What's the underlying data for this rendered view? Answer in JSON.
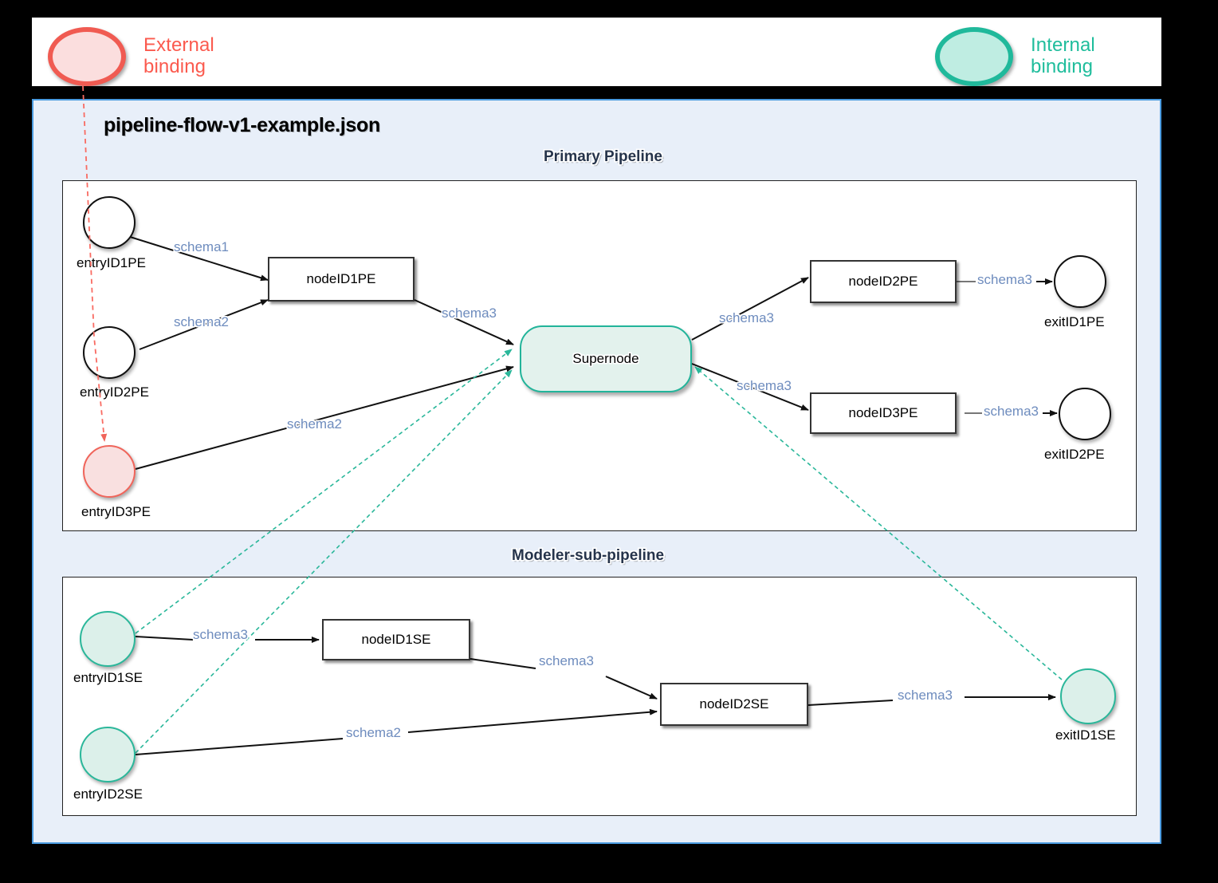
{
  "legend": {
    "external": {
      "label": "External\nbinding",
      "line1": "External",
      "line2": "binding",
      "color": "#FB5A4E",
      "fill": "#FBDEDE"
    },
    "internal": {
      "label": "Internal\nbinding",
      "line1": "Internal",
      "line2": "binding",
      "color": "#1FBD9C",
      "fill": "#BFEDE2"
    }
  },
  "canvas": {
    "title": "pipeline-flow-v1-example.json",
    "background": "#E8EFF9",
    "border": "#4A9BE0"
  },
  "pipelines": [
    {
      "id": "primary",
      "title": "Primary Pipeline"
    },
    {
      "id": "sub",
      "title": "Modeler-sub-pipeline"
    }
  ],
  "nodes": {
    "entryID1PE": {
      "label": "entryID1PE",
      "type": "entry-binding",
      "style": "plain-circle"
    },
    "entryID2PE": {
      "label": "entryID2PE",
      "type": "entry-binding",
      "style": "plain-circle"
    },
    "entryID3PE": {
      "label": "entryID3PE",
      "type": "entry-binding",
      "style": "external-circle"
    },
    "nodeID1PE": {
      "label": "nodeID1PE",
      "type": "execution-node",
      "style": "rect"
    },
    "supernode": {
      "label": "Supernode",
      "type": "supernode",
      "style": "rounded-rect"
    },
    "nodeID2PE": {
      "label": "nodeID2PE",
      "type": "execution-node",
      "style": "rect"
    },
    "nodeID3PE": {
      "label": "nodeID3PE",
      "type": "execution-node",
      "style": "rect"
    },
    "exitID1PE": {
      "label": "exitID1PE",
      "type": "exit-binding",
      "style": "plain-circle"
    },
    "exitID2PE": {
      "label": "exitID2PE",
      "type": "exit-binding",
      "style": "plain-circle"
    },
    "entryID1SE": {
      "label": "entryID1SE",
      "type": "entry-binding",
      "style": "internal-circle"
    },
    "entryID2SE": {
      "label": "entryID2SE",
      "type": "entry-binding",
      "style": "internal-circle"
    },
    "nodeID1SE": {
      "label": "nodeID1SE",
      "type": "execution-node",
      "style": "rect"
    },
    "nodeID2SE": {
      "label": "nodeID2SE",
      "type": "execution-node",
      "style": "rect"
    },
    "exitID1SE": {
      "label": "exitID1SE",
      "type": "exit-binding",
      "style": "internal-circle"
    }
  },
  "links": [
    {
      "id": "l1",
      "from": "entryID1PE",
      "to": "nodeID1PE",
      "label": "schema1"
    },
    {
      "id": "l2",
      "from": "entryID2PE",
      "to": "nodeID1PE",
      "label": "schema2"
    },
    {
      "id": "l3",
      "from": "nodeID1PE",
      "to": "supernode",
      "label": "schema3"
    },
    {
      "id": "l4",
      "from": "entryID3PE",
      "to": "supernode",
      "label": "schema2"
    },
    {
      "id": "l5",
      "from": "supernode",
      "to": "nodeID2PE",
      "label": "schema3"
    },
    {
      "id": "l6",
      "from": "supernode",
      "to": "nodeID3PE",
      "label": "schema3"
    },
    {
      "id": "l7",
      "from": "nodeID2PE",
      "to": "exitID1PE",
      "label": "schema3"
    },
    {
      "id": "l8",
      "from": "nodeID3PE",
      "to": "exitID2PE",
      "label": "schema3"
    },
    {
      "id": "l9",
      "from": "entryID1SE",
      "to": "nodeID1SE",
      "label": "schema3"
    },
    {
      "id": "l10",
      "from": "nodeID1SE",
      "to": "nodeID2SE",
      "label": "schema3"
    },
    {
      "id": "l11",
      "from": "entryID2SE",
      "to": "nodeID2SE",
      "label": "schema2"
    },
    {
      "id": "l12",
      "from": "nodeID2SE",
      "to": "exitID1SE",
      "label": "schema3"
    }
  ],
  "bindings": [
    {
      "id": "b1",
      "kind": "external",
      "from": "legend-external-ellipse",
      "to": "entryID3PE"
    },
    {
      "id": "b2",
      "kind": "internal",
      "from": "entryID1SE",
      "to": "supernode"
    },
    {
      "id": "b3",
      "kind": "internal",
      "from": "entryID2SE",
      "to": "supernode"
    },
    {
      "id": "b4",
      "kind": "internal",
      "from": "exitID1SE",
      "to": "supernode"
    }
  ],
  "colors": {
    "external": "#F0655B",
    "internal": "#2AB79A",
    "link_label": "#6E8CBE",
    "canvas_bg": "#E8EFF9",
    "canvas_border": "#4A9BE0",
    "group_title": "#26344B"
  }
}
